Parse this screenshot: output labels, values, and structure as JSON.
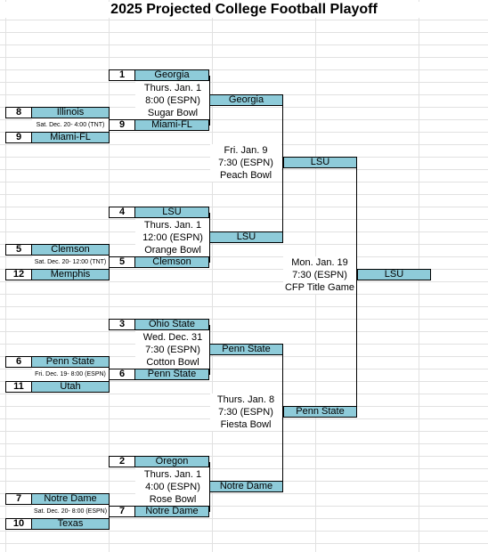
{
  "title": "2025 Projected College Football Playoff",
  "matchups": [
    {
      "top": {
        "seed": "1",
        "team": "Georgia"
      },
      "info": [
        "Thurs. Jan. 1",
        "8:00 (ESPN)",
        "Sugar Bowl"
      ],
      "bottom": {
        "seed": "9",
        "team": "Miami-FL"
      },
      "winner": "Georgia",
      "first_round": {
        "a": {
          "seed": "8",
          "team": "Illinois"
        },
        "time": "Sat. Dec. 20- 4:00 (TNT)",
        "b": {
          "seed": "9",
          "team": "Miami-FL"
        }
      }
    },
    {
      "top": {
        "seed": "4",
        "team": "LSU"
      },
      "info": [
        "Thurs. Jan. 1",
        "12:00 (ESPN)",
        "Orange Bowl"
      ],
      "bottom": {
        "seed": "5",
        "team": "Clemson"
      },
      "winner": "LSU",
      "first_round": {
        "a": {
          "seed": "5",
          "team": "Clemson"
        },
        "time": "Sat. Dec. 20- 12:00 (TNT)",
        "b": {
          "seed": "12",
          "team": "Memphis"
        }
      }
    },
    {
      "top": {
        "seed": "3",
        "team": "Ohio State"
      },
      "info": [
        "Wed. Dec. 31",
        "7:30 (ESPN)",
        "Cotton Bowl"
      ],
      "bottom": {
        "seed": "6",
        "team": "Penn State"
      },
      "winner": "Penn State",
      "first_round": {
        "a": {
          "seed": "6",
          "team": "Penn State"
        },
        "time": "Fri. Dec. 19- 8:00 (ESPN)",
        "b": {
          "seed": "11",
          "team": "Utah"
        }
      }
    },
    {
      "top": {
        "seed": "2",
        "team": "Oregon"
      },
      "info": [
        "Thurs. Jan. 1",
        "4:00 (ESPN)",
        "Rose Bowl"
      ],
      "bottom": {
        "seed": "7",
        "team": "Notre Dame"
      },
      "winner": "Notre Dame",
      "first_round": {
        "a": {
          "seed": "7",
          "team": "Notre Dame"
        },
        "time": "Sat. Dec. 20- 8:00 (ESPN)",
        "b": {
          "seed": "10",
          "team": "Texas"
        }
      }
    }
  ],
  "semifinals": [
    {
      "info": [
        "Fri. Jan. 9",
        "7:30 (ESPN)",
        "Peach Bowl"
      ],
      "winner": "LSU"
    },
    {
      "info": [
        "Thurs. Jan. 8",
        "7:30 (ESPN)",
        "Fiesta Bowl"
      ],
      "winner": "Penn State"
    }
  ],
  "final": {
    "info": [
      "Mon. Jan. 19",
      "7:30 (ESPN)",
      "CFP Title Game"
    ],
    "champion": "LSU"
  },
  "colors": {
    "team_fill": "#8ecbd9",
    "grid": "#e1e1e1"
  }
}
